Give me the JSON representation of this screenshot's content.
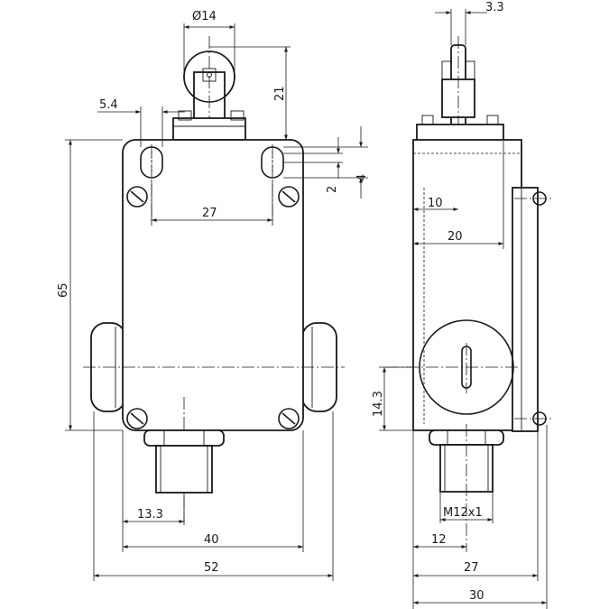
{
  "figure": {
    "labels": {
      "roller_diameter": "Ø14",
      "roller_height": "21",
      "slot_offset": "5.4",
      "slot_width": "2",
      "slot_height": "4",
      "hole_spacing": "27",
      "body_height": "65",
      "cable_offset": "13.3",
      "body_width": "40",
      "overall_width": "52",
      "side_roller_width": "3.3",
      "side_depth_10": "10",
      "side_depth_20": "20",
      "side_gland_height": "14.3",
      "thread": "M12x1",
      "side_thread_offset": "12",
      "side_depth_27": "27",
      "side_depth_30": "30"
    }
  }
}
